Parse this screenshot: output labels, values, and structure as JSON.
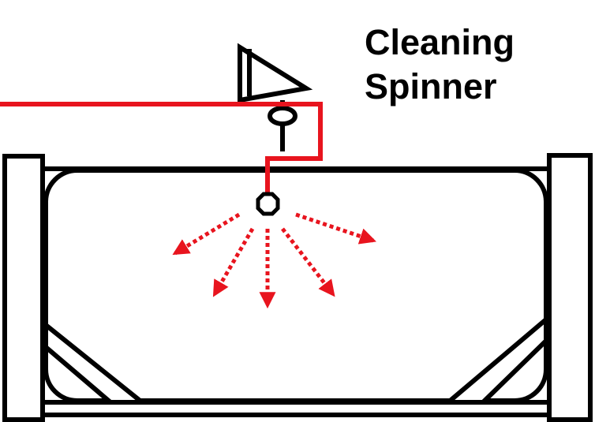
{
  "label": {
    "line1": "Cleaning",
    "line2": "Spinner"
  },
  "colors": {
    "outline": "#000000",
    "spray": "#e8141e",
    "background": "#ffffff"
  },
  "elements": {
    "tank": "tank-icon",
    "valve": "valve-icon",
    "pipe": "supply-pipe",
    "nozzle": "spinner-nozzle-icon",
    "spray": "spray-arrows"
  }
}
